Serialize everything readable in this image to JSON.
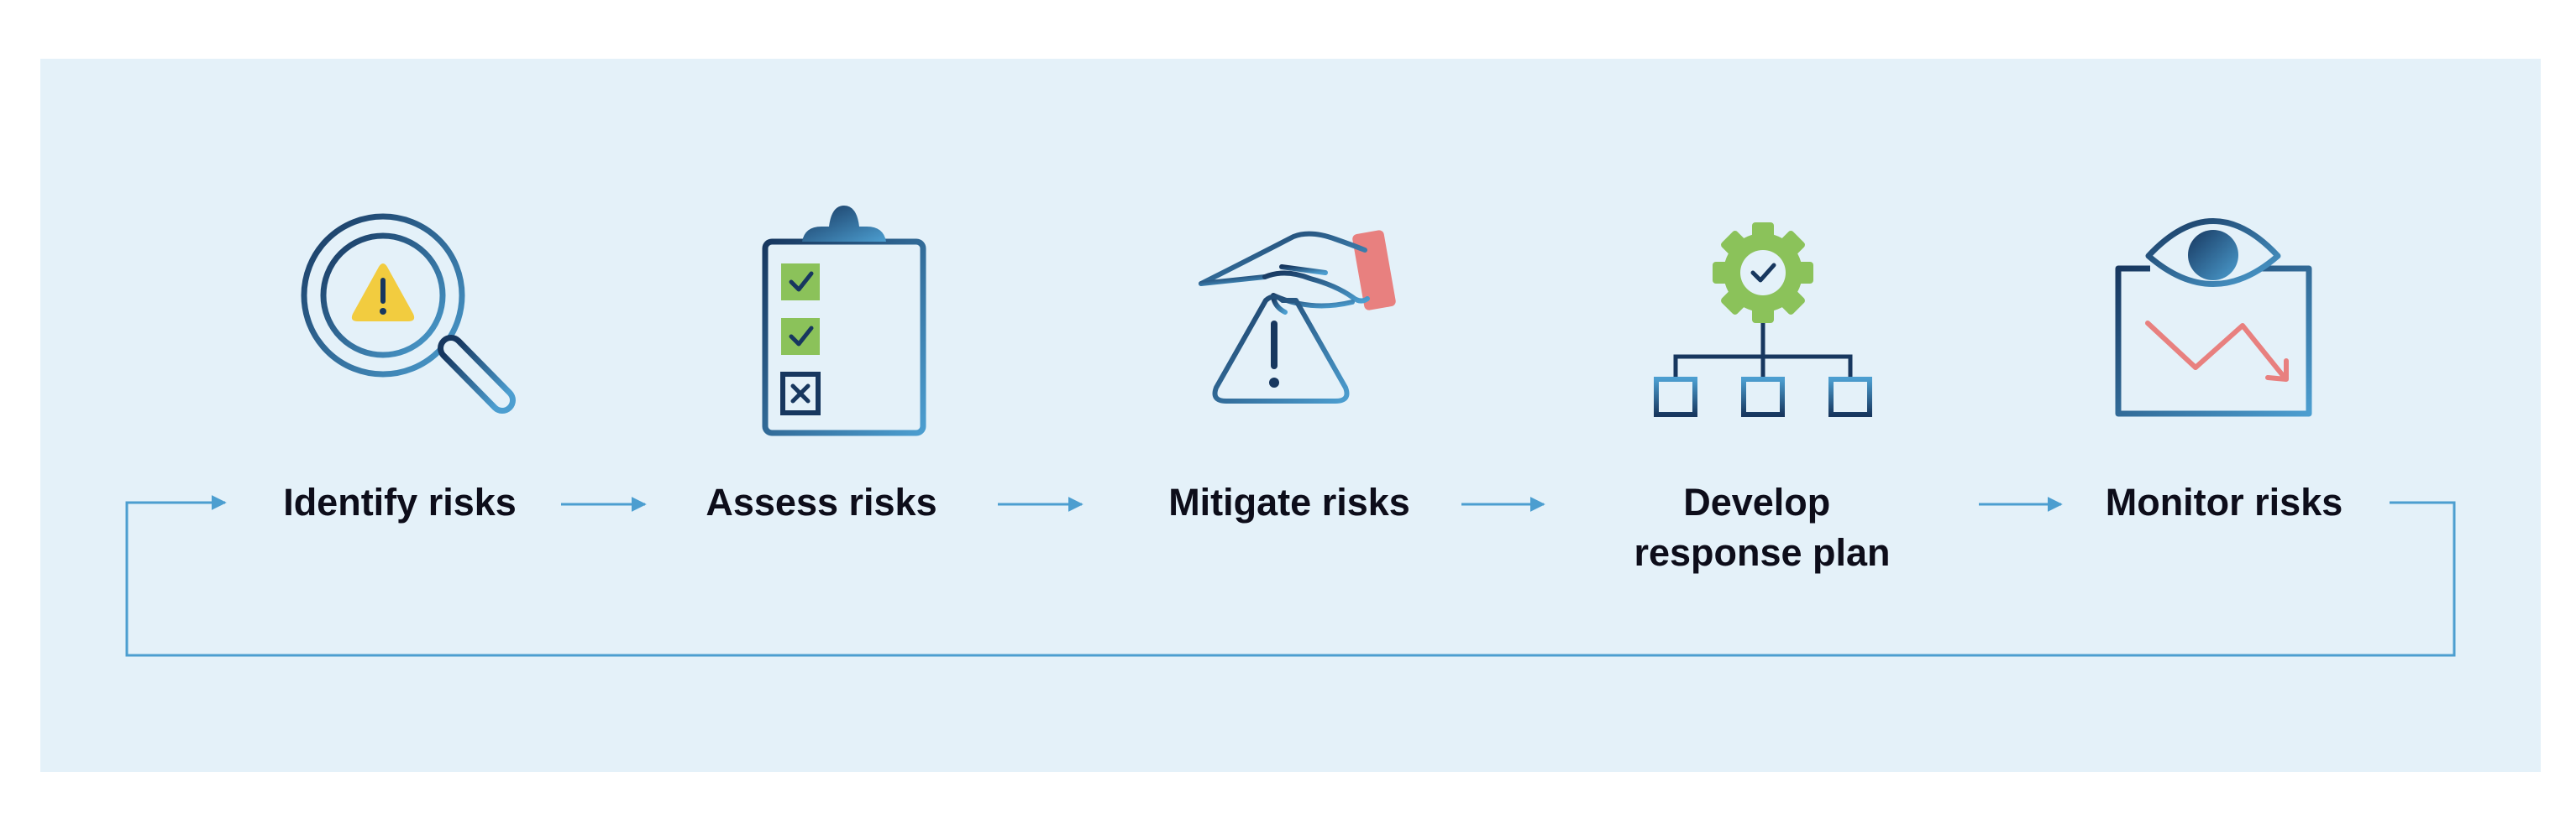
{
  "colors": {
    "panel": "#e4f1f9",
    "accent": "#4c9ed0",
    "navy": "#17375f",
    "green": "#8bc25a",
    "yellow": "#f2cc3f",
    "coral": "#e8807f",
    "text": "#0d0d1a"
  },
  "steps": [
    {
      "id": "identify",
      "label_lines": [
        "Identify risks"
      ],
      "icon": "magnifier-warning-icon"
    },
    {
      "id": "assess",
      "label_lines": [
        "Assess risks"
      ],
      "icon": "clipboard-checklist-icon"
    },
    {
      "id": "mitigate",
      "label_lines": [
        "Mitigate risks"
      ],
      "icon": "hand-over-warning-icon"
    },
    {
      "id": "develop",
      "label_lines": [
        "Develop",
        "response plan"
      ],
      "icon": "gear-org-chart-icon"
    },
    {
      "id": "monitor",
      "label_lines": [
        "Monitor risks"
      ],
      "icon": "eye-trend-chart-icon"
    }
  ]
}
